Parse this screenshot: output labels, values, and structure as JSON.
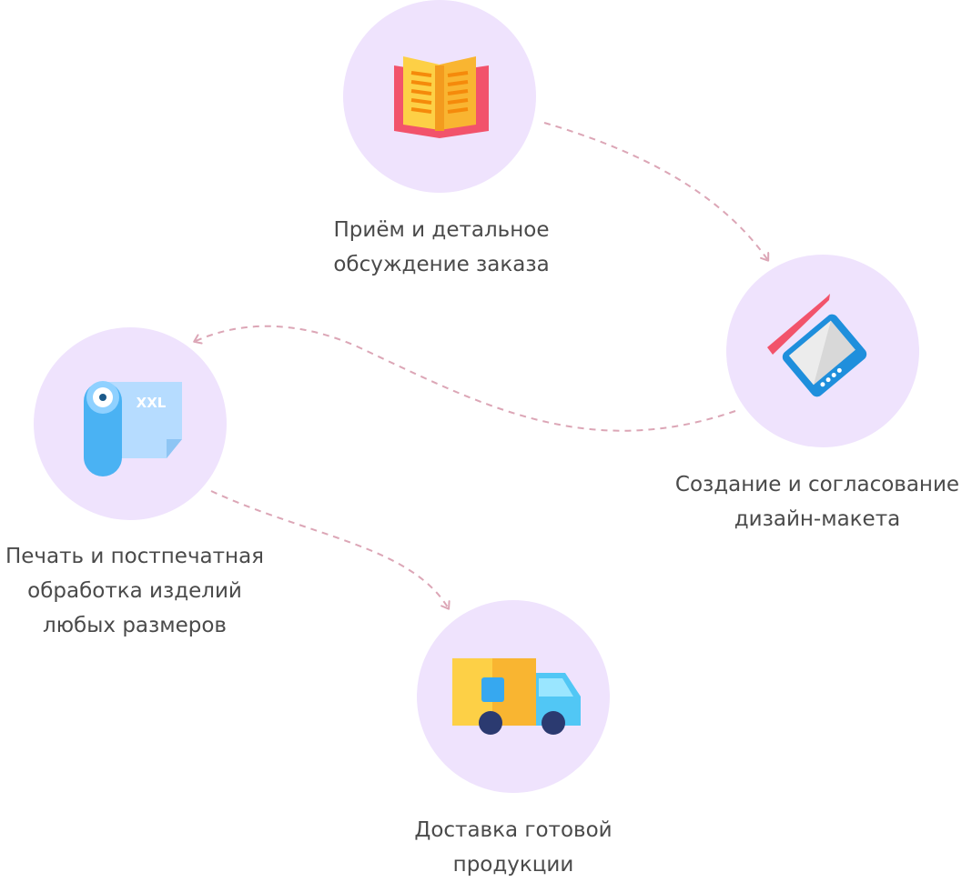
{
  "colors": {
    "circle": "#efe3fd",
    "arrow": "#dca6b6",
    "text": "#4a4a4a"
  },
  "steps": [
    {
      "icon": "open-book-icon",
      "lines": [
        "Приём и детальное",
        "обсуждение заказа"
      ]
    },
    {
      "icon": "drawing-tablet-icon",
      "lines": [
        "Создание и согласование",
        "дизайн-макета"
      ]
    },
    {
      "icon": "xxl-print-roll-icon",
      "icon_text": "XXL",
      "lines": [
        "Печать и постпечатная",
        "обработка изделий",
        "любых размеров"
      ]
    },
    {
      "icon": "delivery-truck-icon",
      "lines": [
        "Доставка готовой",
        "продукции"
      ]
    }
  ]
}
